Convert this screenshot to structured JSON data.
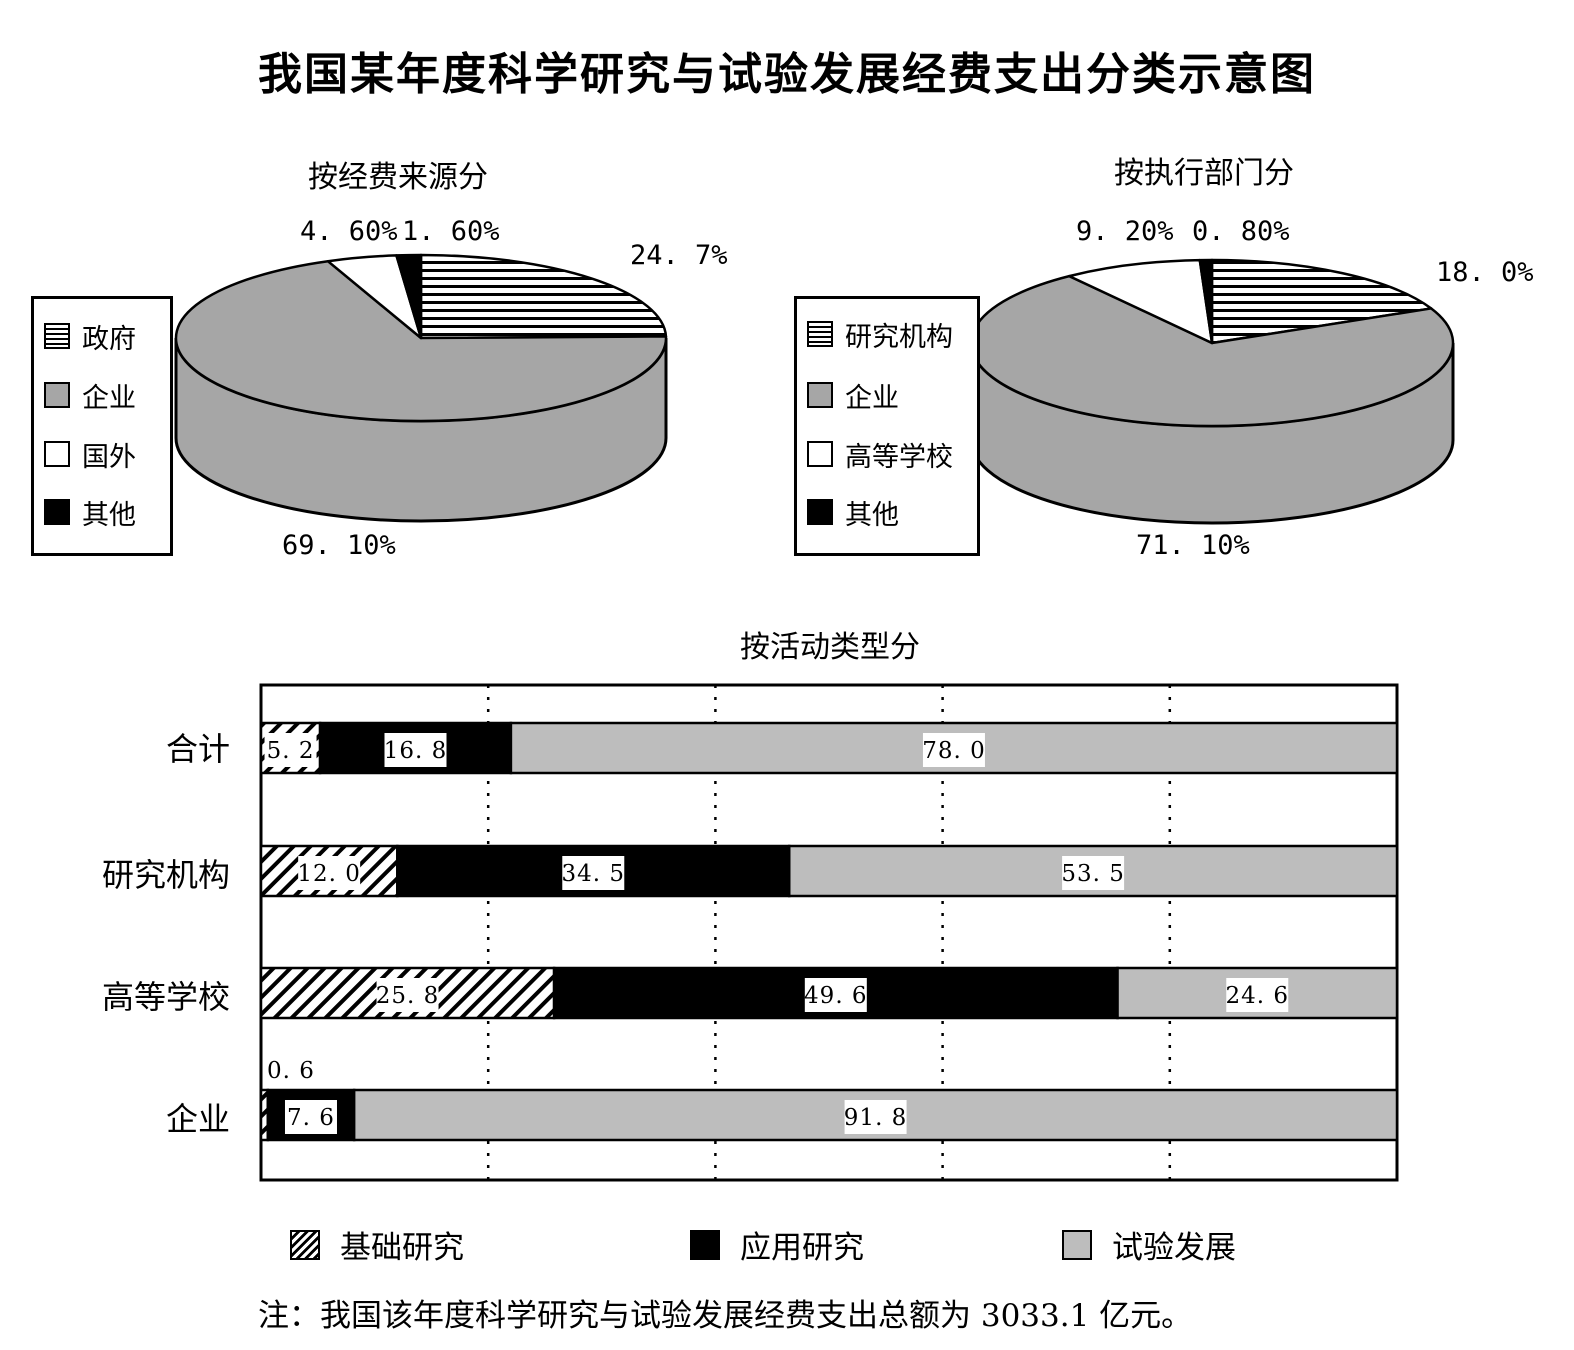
{
  "title": "我国某年度科学研究与试验发展经费支出分类示意图",
  "note": "注：我国该年度科学研究与试验发展经费支出总额为 3033.1 亿元。",
  "colors": {
    "hline": "#000000",
    "gray": "#a6a6a6",
    "white": "#ffffff",
    "black": "#000000",
    "bar_gray": "#bdbdbd"
  },
  "chart_data": [
    {
      "type": "pie",
      "title": "按经费来源分",
      "categories": [
        "政府",
        "企业",
        "国外",
        "其他"
      ],
      "values": [
        24.7,
        69.1,
        4.6,
        1.6
      ],
      "value_labels": [
        "24. 7%",
        "69. 10%",
        "4. 60%",
        "1. 60%"
      ],
      "legend": "left"
    },
    {
      "type": "pie",
      "title": "按执行部门分",
      "categories": [
        "研究机构",
        "企业",
        "高等学校",
        "其他"
      ],
      "values": [
        18.0,
        71.1,
        9.2,
        0.8
      ],
      "value_labels": [
        "18. 0%",
        "71. 10%",
        "9. 20%",
        "0. 80%"
      ],
      "legend": "left"
    },
    {
      "type": "bar",
      "orientation": "horizontal",
      "stacked": true,
      "title": "按活动类型分",
      "categories": [
        "合计",
        "研究机构",
        "高等学校",
        "企业"
      ],
      "series": [
        {
          "name": "基础研究",
          "values": [
            5.2,
            12.0,
            25.8,
            0.6
          ],
          "labels": [
            "5. 2",
            "12. 0",
            "25. 8",
            "0. 6"
          ]
        },
        {
          "name": "应用研究",
          "values": [
            16.8,
            34.5,
            49.6,
            7.6
          ],
          "labels": [
            "16. 8",
            "34. 5",
            "49. 6",
            "7. 6"
          ]
        },
        {
          "name": "试验发展",
          "values": [
            78.0,
            53.5,
            24.6,
            91.8
          ],
          "labels": [
            "78. 0",
            "53. 5",
            "24. 6",
            "91. 8"
          ]
        }
      ],
      "xlim": [
        0,
        100
      ],
      "grid": "vertical dotted",
      "legend": "bottom"
    }
  ]
}
